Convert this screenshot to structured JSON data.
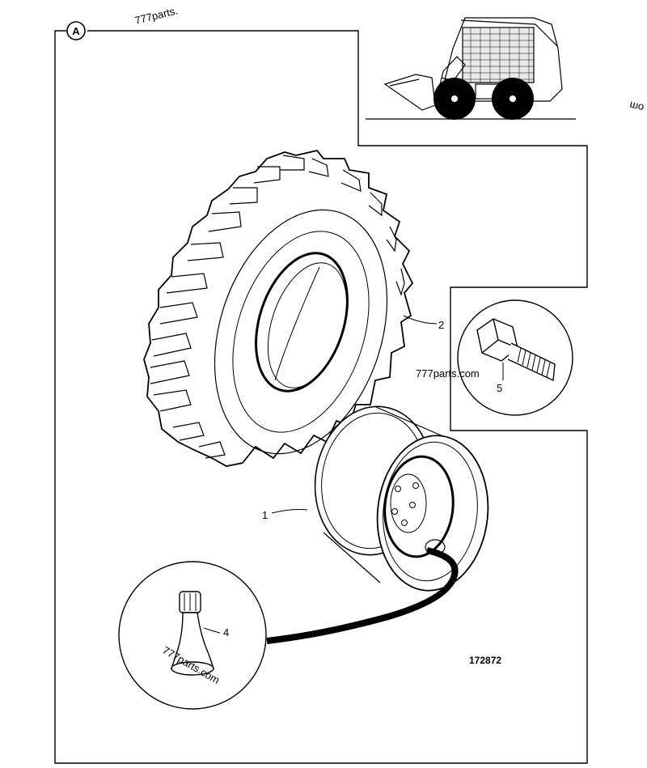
{
  "diagram": {
    "section_label": "A",
    "figure_number": "172872",
    "watermark_top": "777parts.",
    "watermark_right": "шо",
    "watermark_bolt": "777parts.com",
    "watermark_valve": "777parts.com",
    "callouts": [
      {
        "number": "1",
        "part": "wheel-rim"
      },
      {
        "number": "2",
        "part": "tyre"
      },
      {
        "number": "4",
        "part": "valve"
      },
      {
        "number": "5",
        "part": "wheel-bolt"
      }
    ]
  }
}
